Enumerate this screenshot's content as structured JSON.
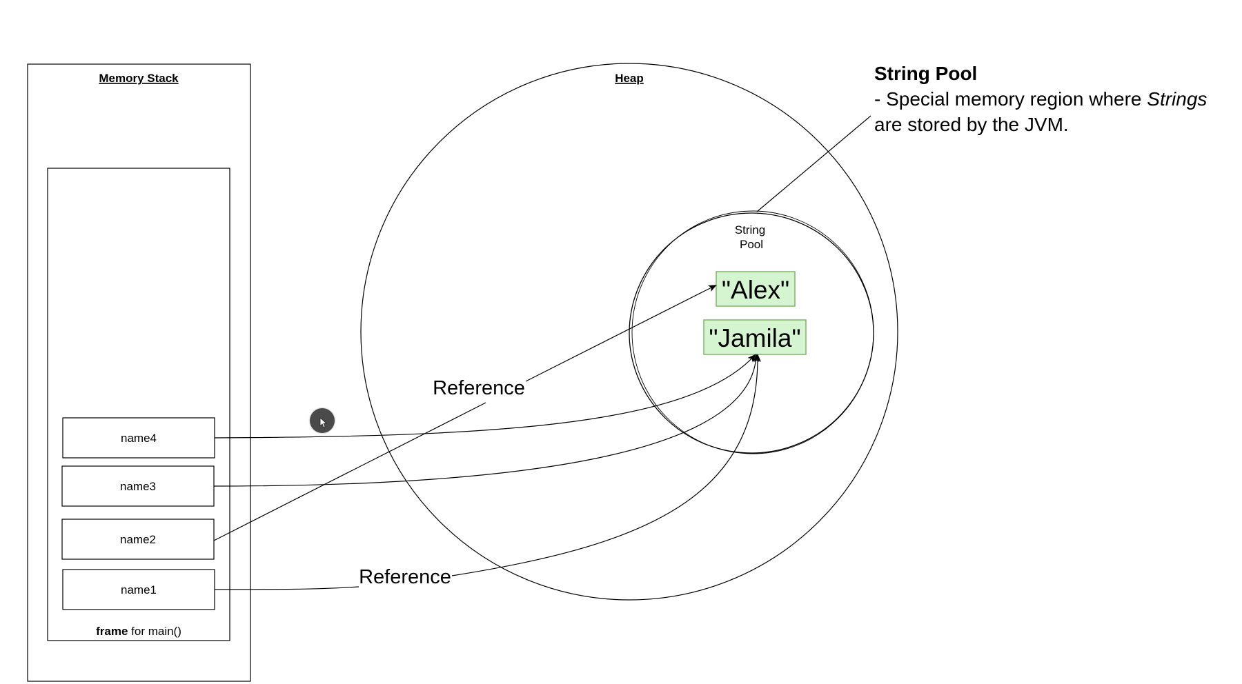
{
  "memory_stack": {
    "title": "Memory Stack",
    "frame": {
      "label_bold": "frame",
      "label_rest": " for main()",
      "variables": [
        "name4",
        "name3",
        "name2",
        "name1"
      ]
    }
  },
  "heap": {
    "title": "Heap",
    "string_pool": {
      "label_line1": "String",
      "label_line2": "Pool",
      "strings": [
        "\"Alex\"",
        "\"Jamila\""
      ]
    }
  },
  "references": {
    "upper_label": "Reference",
    "lower_label": "Reference"
  },
  "annotation": {
    "title": "String Pool",
    "text_before": "- Special memory region where ",
    "text_italic": "Strings",
    "text_after": " are stored by the JVM."
  },
  "colors": {
    "string_box_fill": "#d5f5d0",
    "string_box_border": "#82b366",
    "line": "#000000"
  },
  "icons": {
    "cursor": "mouse-pointer-icon"
  }
}
